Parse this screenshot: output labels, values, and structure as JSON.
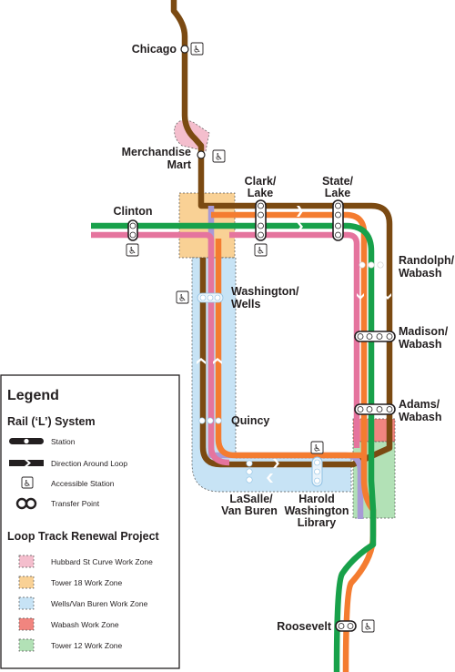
{
  "colors": {
    "brown": "#7b4a12",
    "orange": "#f47c30",
    "green": "#18a14a",
    "pink": "#e5749e",
    "purple": "#a89ad6",
    "zone_hubbard": "#f2b3c4",
    "zone_tower18": "#f8c57a",
    "zone_wells_vanburen": "#b9dcf3",
    "zone_wabash": "#ee7068",
    "zone_tower12": "#9fd9a4"
  },
  "stations": {
    "chicago": "Chicago",
    "merchandise_mart_1": "Merchandise",
    "merchandise_mart_2": "Mart",
    "clark_lake_1": "Clark/",
    "clark_lake_2": "Lake",
    "state_lake_1": "State/",
    "state_lake_2": "Lake",
    "clinton": "Clinton",
    "randolph_wabash_1": "Randolph/",
    "randolph_wabash_2": "Wabash",
    "washington_wells_1": "Washington/",
    "washington_wells_2": "Wells",
    "madison_wabash_1": "Madison/",
    "madison_wabash_2": "Wabash",
    "adams_wabash_1": "Adams/",
    "adams_wabash_2": "Wabash",
    "quincy": "Quincy",
    "lasalle_vanburen_1": "LaSalle/",
    "lasalle_vanburen_2": "Van Buren",
    "harold_washington_1": "Harold",
    "harold_washington_2": "Washington",
    "harold_washington_3": "Library",
    "roosevelt": "Roosevelt"
  },
  "legend": {
    "title": "Legend",
    "section_rail": "Rail (‘L’) System",
    "items_rail": [
      {
        "label": "Station",
        "icon": "station-icon"
      },
      {
        "label": "Direction Around Loop",
        "icon": "direction-arrow-icon"
      },
      {
        "label": "Accessible Station",
        "icon": "wheelchair-icon"
      },
      {
        "label": "Transfer Point",
        "icon": "transfer-point-icon"
      }
    ],
    "section_project": "Loop Track Renewal Project",
    "items_project": [
      {
        "label": "Hubbard St Curve Work Zone"
      },
      {
        "label": "Tower 18 Work Zone"
      },
      {
        "label": "Wells/Van Buren Work Zone"
      },
      {
        "label": "Wabash Work Zone"
      },
      {
        "label": "Tower 12 Work Zone"
      }
    ]
  },
  "accessible_glyph": "♿"
}
